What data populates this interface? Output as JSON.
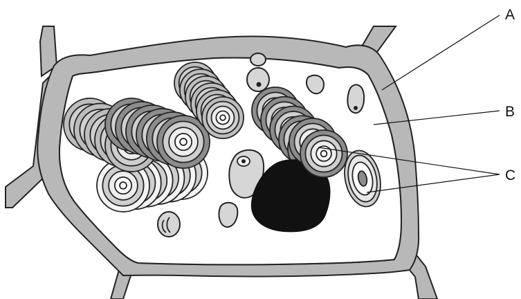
{
  "labels": {
    "a": "A",
    "b": "B",
    "c": "C"
  },
  "colors": {
    "cell_wall": "#b8b8b8",
    "outline": "#222222",
    "cytoplasm": "#ffffff",
    "dark_grain": "#8c8c8c",
    "light_grain": "#d6d6d6",
    "nucleus": "#111111",
    "background": "#ffffff"
  }
}
